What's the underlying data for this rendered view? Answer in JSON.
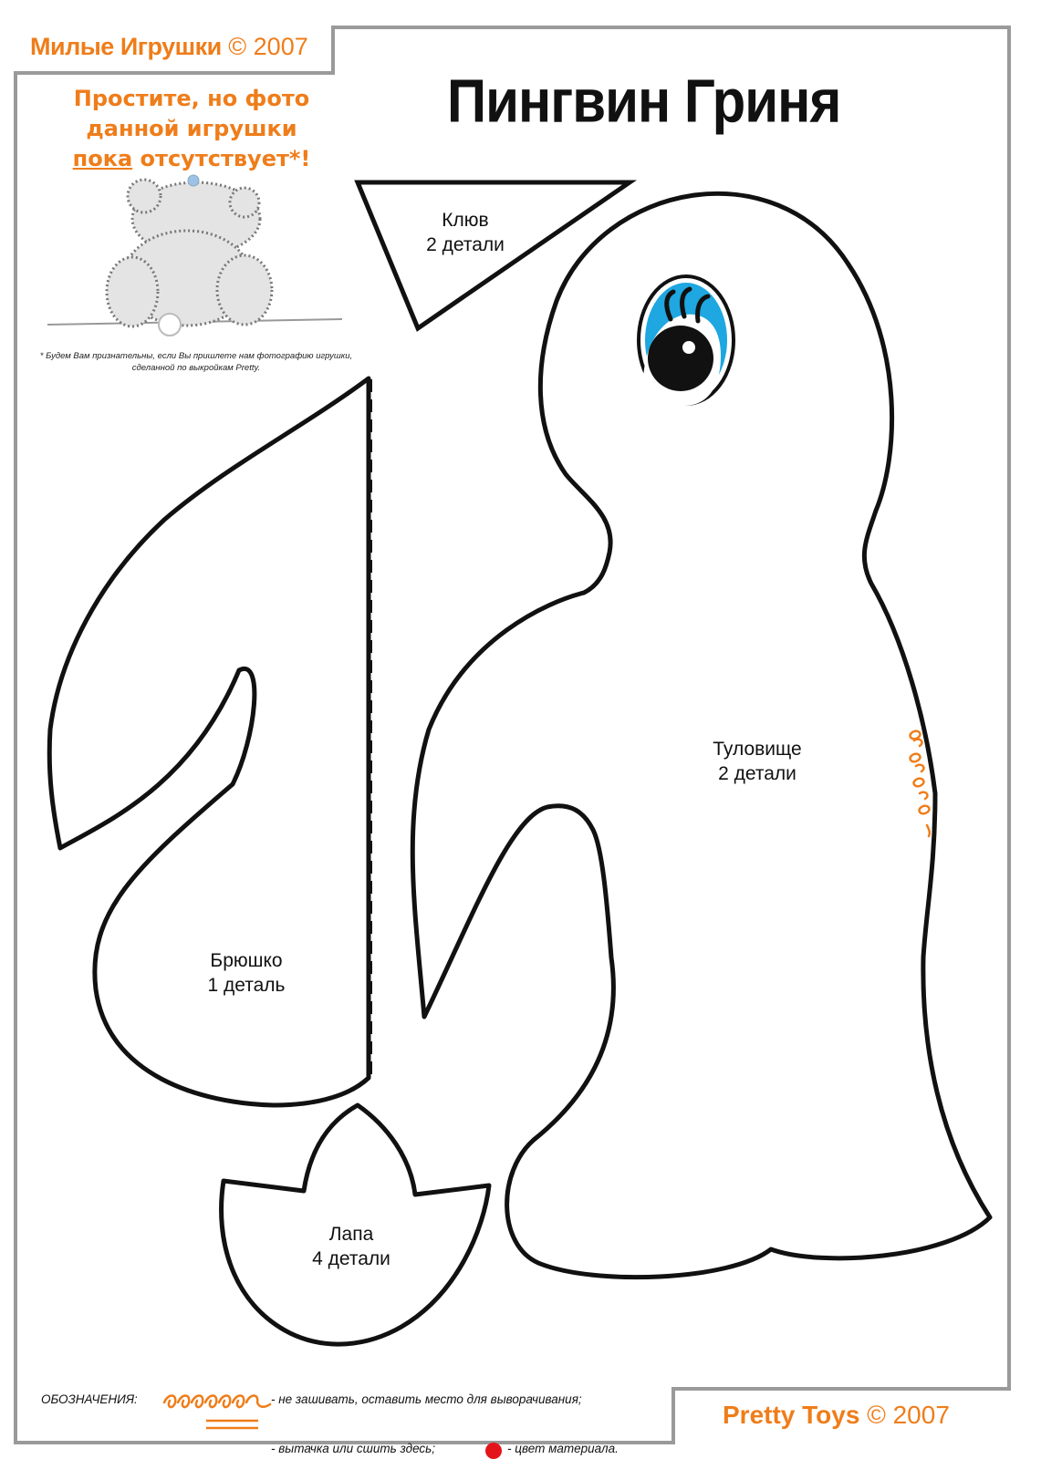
{
  "header": {
    "brand_name": "Милые Игрушки",
    "brand_year": "© 2007",
    "title": "Пингвин Гриня"
  },
  "apology": {
    "line1": "Простите, но фото",
    "line2": "данной игрушки",
    "line3_underlined": "пока",
    "line3_rest": " отсутствует*!",
    "footnote_line1": "* Будем Вам признательны, если Вы пришлете нам фотографию игрушки,",
    "footnote_line2": "сделанной по выкройкам Pretty."
  },
  "pieces": {
    "beak": {
      "name": "Клюв",
      "count": "2 детали"
    },
    "body": {
      "name": "Туловище",
      "count": "2 детали"
    },
    "belly": {
      "name": "Брюшко",
      "count": "1 деталь"
    },
    "foot": {
      "name": "Лапа",
      "count": "4 детали"
    }
  },
  "legend": {
    "title": "ОБОЗНАЧЕНИЯ:",
    "item_open": "- не зашивать, оставить место  для выворачивания;",
    "item_dart": "- вытачка или сшить здесь;",
    "item_color": "- цвет материала."
  },
  "footer": {
    "brand_name": "Pretty Toys",
    "brand_year": "© 2007"
  },
  "colors": {
    "accent_orange": "#ef7d1a",
    "eye_blue": "#1ea7e0",
    "legend_red": "#e3151a",
    "frame_gray": "#9a9a9a"
  },
  "icons": [
    "teddy-bear-illustration",
    "eye-icon",
    "open-seam-icon",
    "dart-line-icon",
    "material-color-dot-icon"
  ]
}
